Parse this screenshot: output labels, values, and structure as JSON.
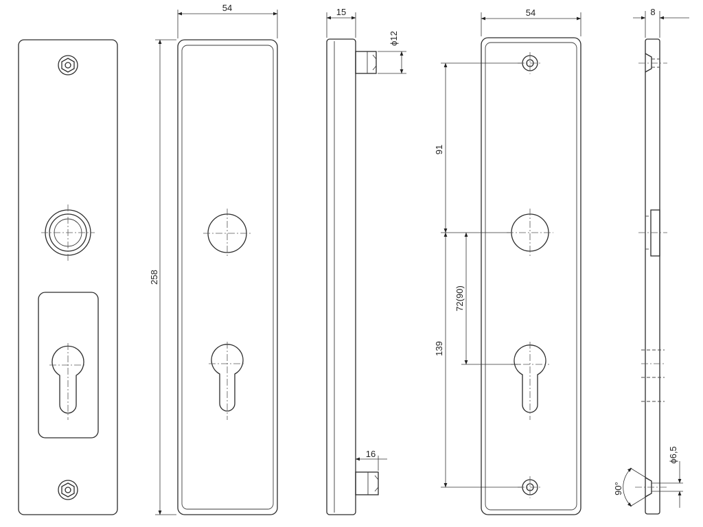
{
  "dimensions": {
    "front_width": "54",
    "side_depth": "15",
    "boss_diameter": "ϕ12",
    "total_height": "258",
    "boss_length": "16",
    "right_width": "54",
    "right_thickness": "8",
    "upper_spacing": "91",
    "key_spacing": "72(90)",
    "lower_spacing": "139",
    "screw_diameter": "ϕ6,5",
    "countersink_angle": "90°"
  }
}
